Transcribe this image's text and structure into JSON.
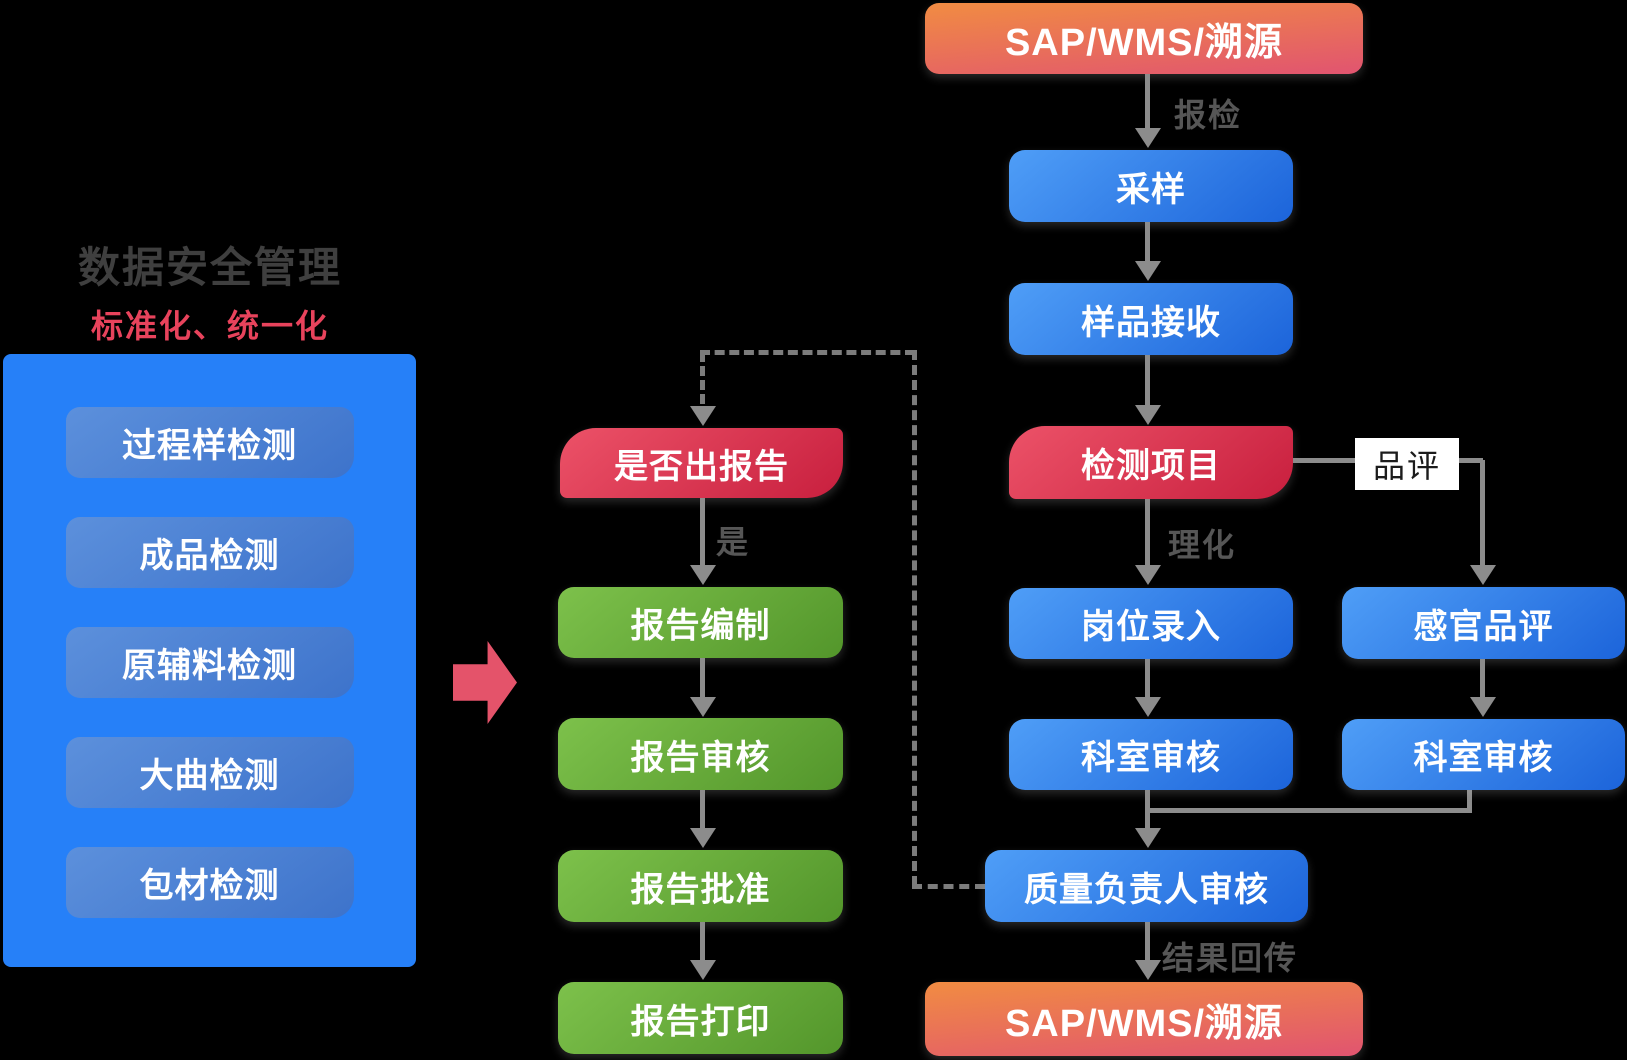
{
  "left_panel": {
    "title": "数据安全管理",
    "subtitle": "标准化、统一化",
    "items": [
      "过程样检测",
      "成品检测",
      "原辅料检测",
      "大曲检测",
      "包材检测"
    ]
  },
  "report_flow": {
    "decision": "是否出报告",
    "yes_label": "是",
    "compile": "报告编制",
    "review": "报告审核",
    "approve": "报告批准",
    "print": "报告打印"
  },
  "main_flow": {
    "source_system": "SAP/WMS/溯源",
    "submit_label": "报检",
    "sampling": "采样",
    "sample_receive": "样品接收",
    "test_items": "检测项目",
    "physchem_label": "理化",
    "station_entry": "岗位录入",
    "dept_review": "科室审核",
    "quality_review": "质量负责人审核",
    "result_return_label": "结果回传",
    "target_system": "SAP/WMS/溯源"
  },
  "sensory_branch": {
    "tasting_label": "品评",
    "sensory_tasting": "感官品评",
    "dept_review": "科室审核"
  },
  "colors": {
    "panel_blue": "#2680F8",
    "node_blue": "#1C64DA",
    "node_green": "#53962B",
    "node_red": "#C81F3E",
    "node_orange": "#F18C42",
    "accent_pink": "#E4536A",
    "edge_gray": "#8C8C8C"
  }
}
